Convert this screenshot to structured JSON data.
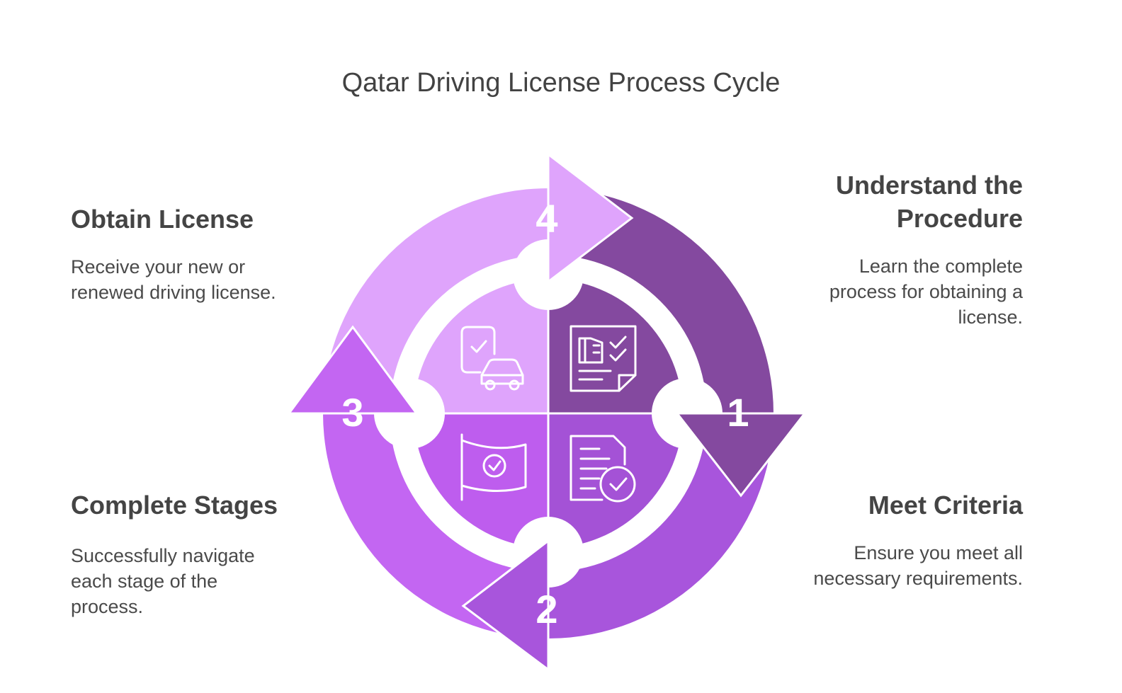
{
  "title": "Qatar Driving License Process Cycle",
  "colors": {
    "step1": "#84499F",
    "step2": "#A855DC",
    "step3": "#C366F2",
    "step4": "#DFA4FC",
    "quad1": "#84499F",
    "quad2": "#A452D6",
    "quad3": "#BE5DEE",
    "quad4": "#DFA4FC"
  },
  "steps": [
    {
      "number": "1",
      "heading": "Understand the Procedure",
      "text": "Learn the complete process for obtaining a license.",
      "icon": "checklist-document-icon"
    },
    {
      "number": "2",
      "heading": "Meet Criteria",
      "text": "Ensure you meet all necessary requirements.",
      "icon": "document-check-icon"
    },
    {
      "number": "3",
      "heading": "Complete Stages",
      "text": "Successfully navigate each stage of the process.",
      "icon": "flag-check-icon"
    },
    {
      "number": "4",
      "heading": "Obtain License",
      "text": "Receive your new or renewed driving license.",
      "icon": "phone-car-icon"
    }
  ]
}
